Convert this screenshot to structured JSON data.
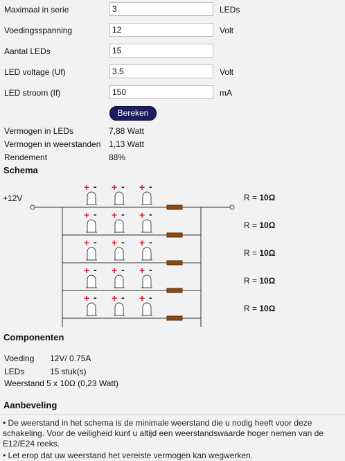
{
  "form": {
    "fields": [
      {
        "label": "Maximaal in serie",
        "value": "3",
        "unit": "LEDs"
      },
      {
        "label": "Voedingsspanning",
        "value": "12",
        "unit": "Volt"
      },
      {
        "label": "Aantal LEDs",
        "value": "15",
        "unit": ""
      },
      {
        "label": "LED voltage (Uf)",
        "value": "3.5",
        "unit": "Volt"
      },
      {
        "label": "LED stroom (If)",
        "value": "150",
        "unit": "mA"
      }
    ],
    "button_label": "Bereken"
  },
  "results": [
    {
      "label": "Vermogen in LEDs",
      "value": "7,88 Watt"
    },
    {
      "label": "Vermogen in weerstanden",
      "value": "1,13 Watt"
    },
    {
      "label": "Rendement",
      "value": "88%"
    }
  ],
  "schema": {
    "title": "Schema",
    "supply_label": "+12V",
    "plus": "+",
    "minus": "-",
    "resistors": [
      {
        "prefix": "R = ",
        "value": "10Ω"
      },
      {
        "prefix": "R = ",
        "value": "10Ω"
      },
      {
        "prefix": "R = ",
        "value": "10Ω"
      },
      {
        "prefix": "R = ",
        "value": "10Ω"
      },
      {
        "prefix": "R = ",
        "value": "10Ω"
      }
    ],
    "colors": {
      "plus": "#e02020",
      "resistor": "#8a4a12",
      "wire": "#333333"
    }
  },
  "components": {
    "title": "Componenten",
    "rows": [
      {
        "label": "Voeding",
        "value": "12V/ 0.75A"
      },
      {
        "label": "LEDs",
        "value": "15 stuk(s)"
      },
      {
        "label": "Weerstand",
        "value": "5 x 10Ω (0,23 Watt)"
      }
    ]
  },
  "recommendation": {
    "title": "Aanbeveling",
    "items": [
      "• De weerstand in het schema is de minimale weerstand die u nodig heeft voor deze schakeling. Voor de veiligheid kunt u altijd een weerstandswaarde hoger nemen van de E12/E24 reeks.",
      "• Let erop dat uw weerstand het vereiste vermogen kan wegwerken."
    ]
  }
}
